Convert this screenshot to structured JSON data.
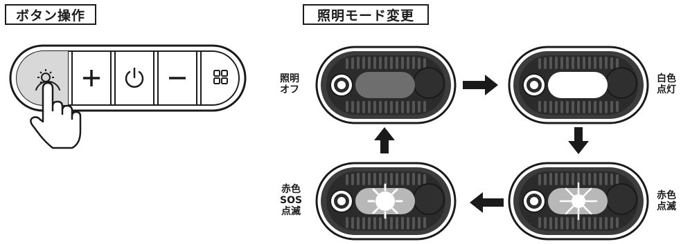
{
  "sections": {
    "button_operation": "ボタン操作",
    "mode_change": "照明モード変更"
  },
  "states": [
    {
      "id": "off",
      "lines": [
        "照明",
        "オフ"
      ]
    },
    {
      "id": "white",
      "lines": [
        "白色",
        "点灯"
      ]
    },
    {
      "id": "red_blink",
      "lines": [
        "赤色",
        "点滅"
      ]
    },
    {
      "id": "red_sos",
      "lines": [
        "赤色",
        "SOS",
        "点滅"
      ]
    }
  ],
  "buttons": [
    {
      "icon": "sun-icon",
      "pressed": true
    },
    {
      "icon": "plus-icon"
    },
    {
      "icon": "power-icon"
    },
    {
      "icon": "minus-icon"
    },
    {
      "icon": "grid-icon"
    }
  ],
  "colors": {
    "ink": "#1a1a1a",
    "device_body": "#3a3a3a",
    "lens_off": "#6e6e6e",
    "lens_white": "#ffffff",
    "lens_red": "#b8b8b8"
  }
}
